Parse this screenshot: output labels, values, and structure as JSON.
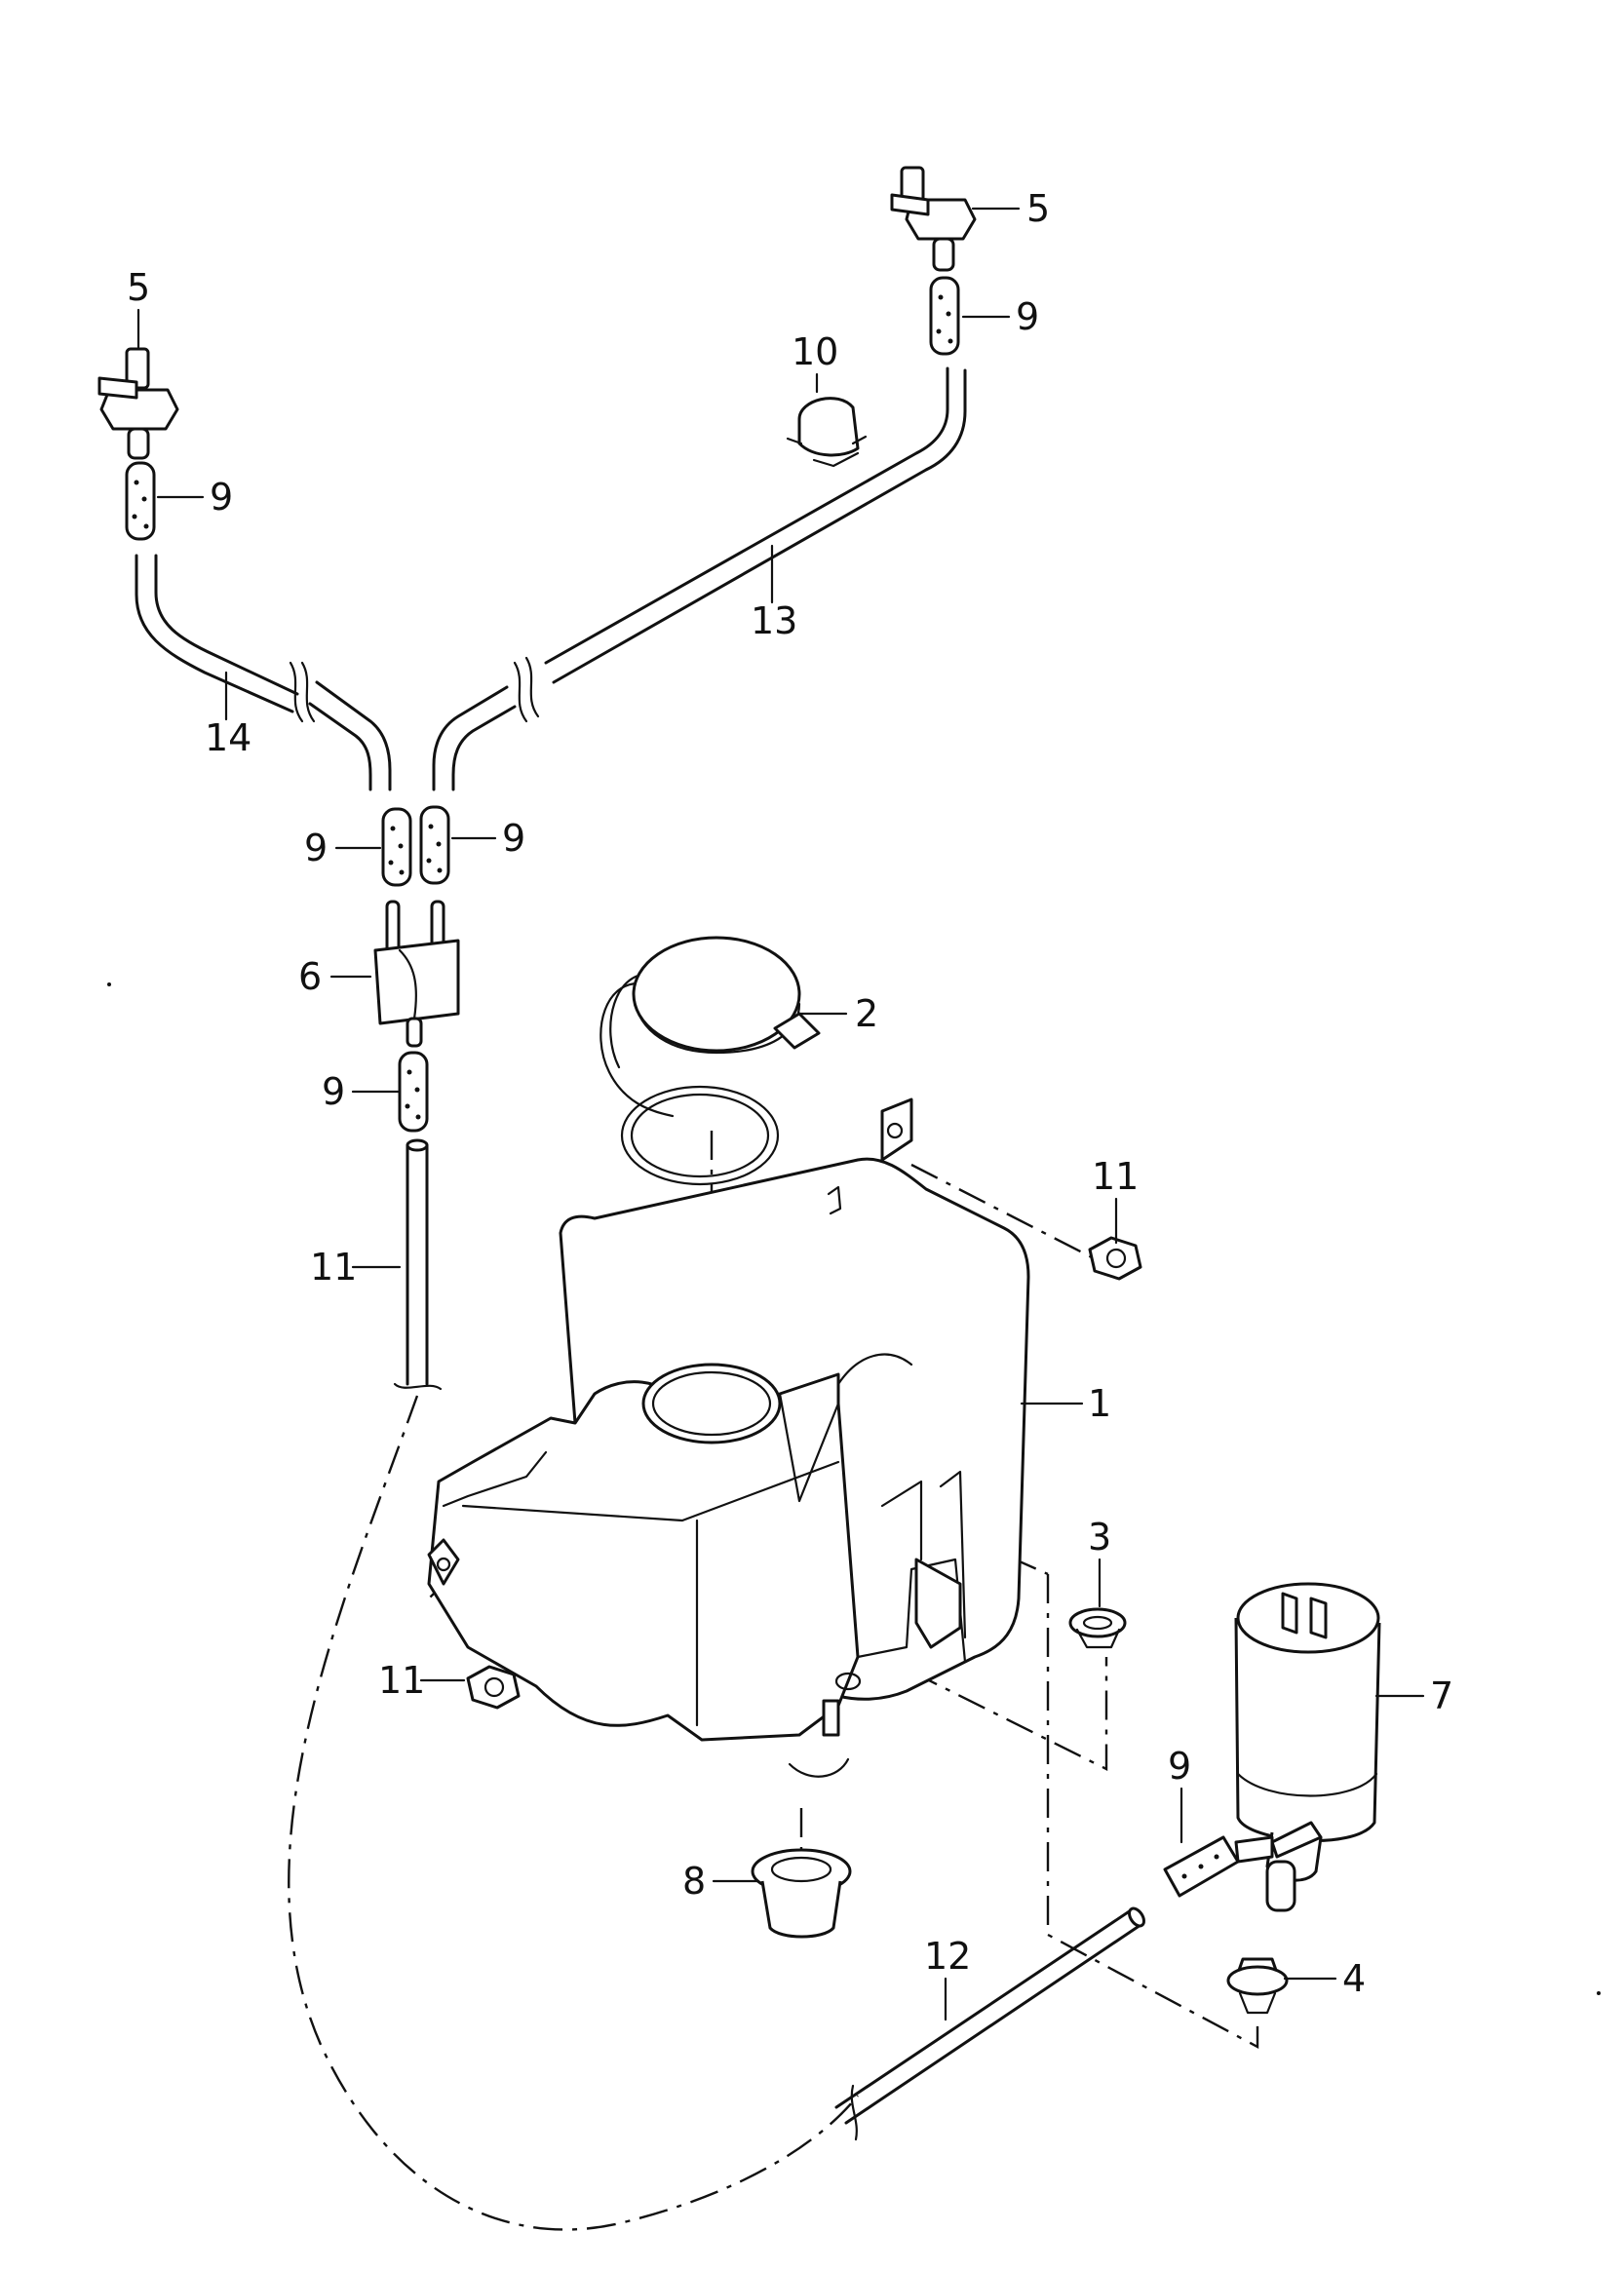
{
  "callouts": [
    {
      "id": "c1",
      "number": "1"
    },
    {
      "id": "c2",
      "number": "2"
    },
    {
      "id": "c3",
      "number": "3"
    },
    {
      "id": "c4",
      "number": "4"
    },
    {
      "id": "c5a",
      "number": "5"
    },
    {
      "id": "c5b",
      "number": "5"
    },
    {
      "id": "c6",
      "number": "6"
    },
    {
      "id": "c7",
      "number": "7"
    },
    {
      "id": "c8",
      "number": "8"
    },
    {
      "id": "c9a",
      "number": "9"
    },
    {
      "id": "c9b",
      "number": "9"
    },
    {
      "id": "c9c",
      "number": "9"
    },
    {
      "id": "c9d",
      "number": "9"
    },
    {
      "id": "c9e",
      "number": "9"
    },
    {
      "id": "c9f",
      "number": "9"
    },
    {
      "id": "c10",
      "number": "10"
    },
    {
      "id": "c11a",
      "number": "11"
    },
    {
      "id": "c11b",
      "number": "11"
    },
    {
      "id": "c11c",
      "number": "11"
    },
    {
      "id": "c12",
      "number": "12"
    },
    {
      "id": "c13",
      "number": "13"
    },
    {
      "id": "c14",
      "number": "14"
    }
  ]
}
